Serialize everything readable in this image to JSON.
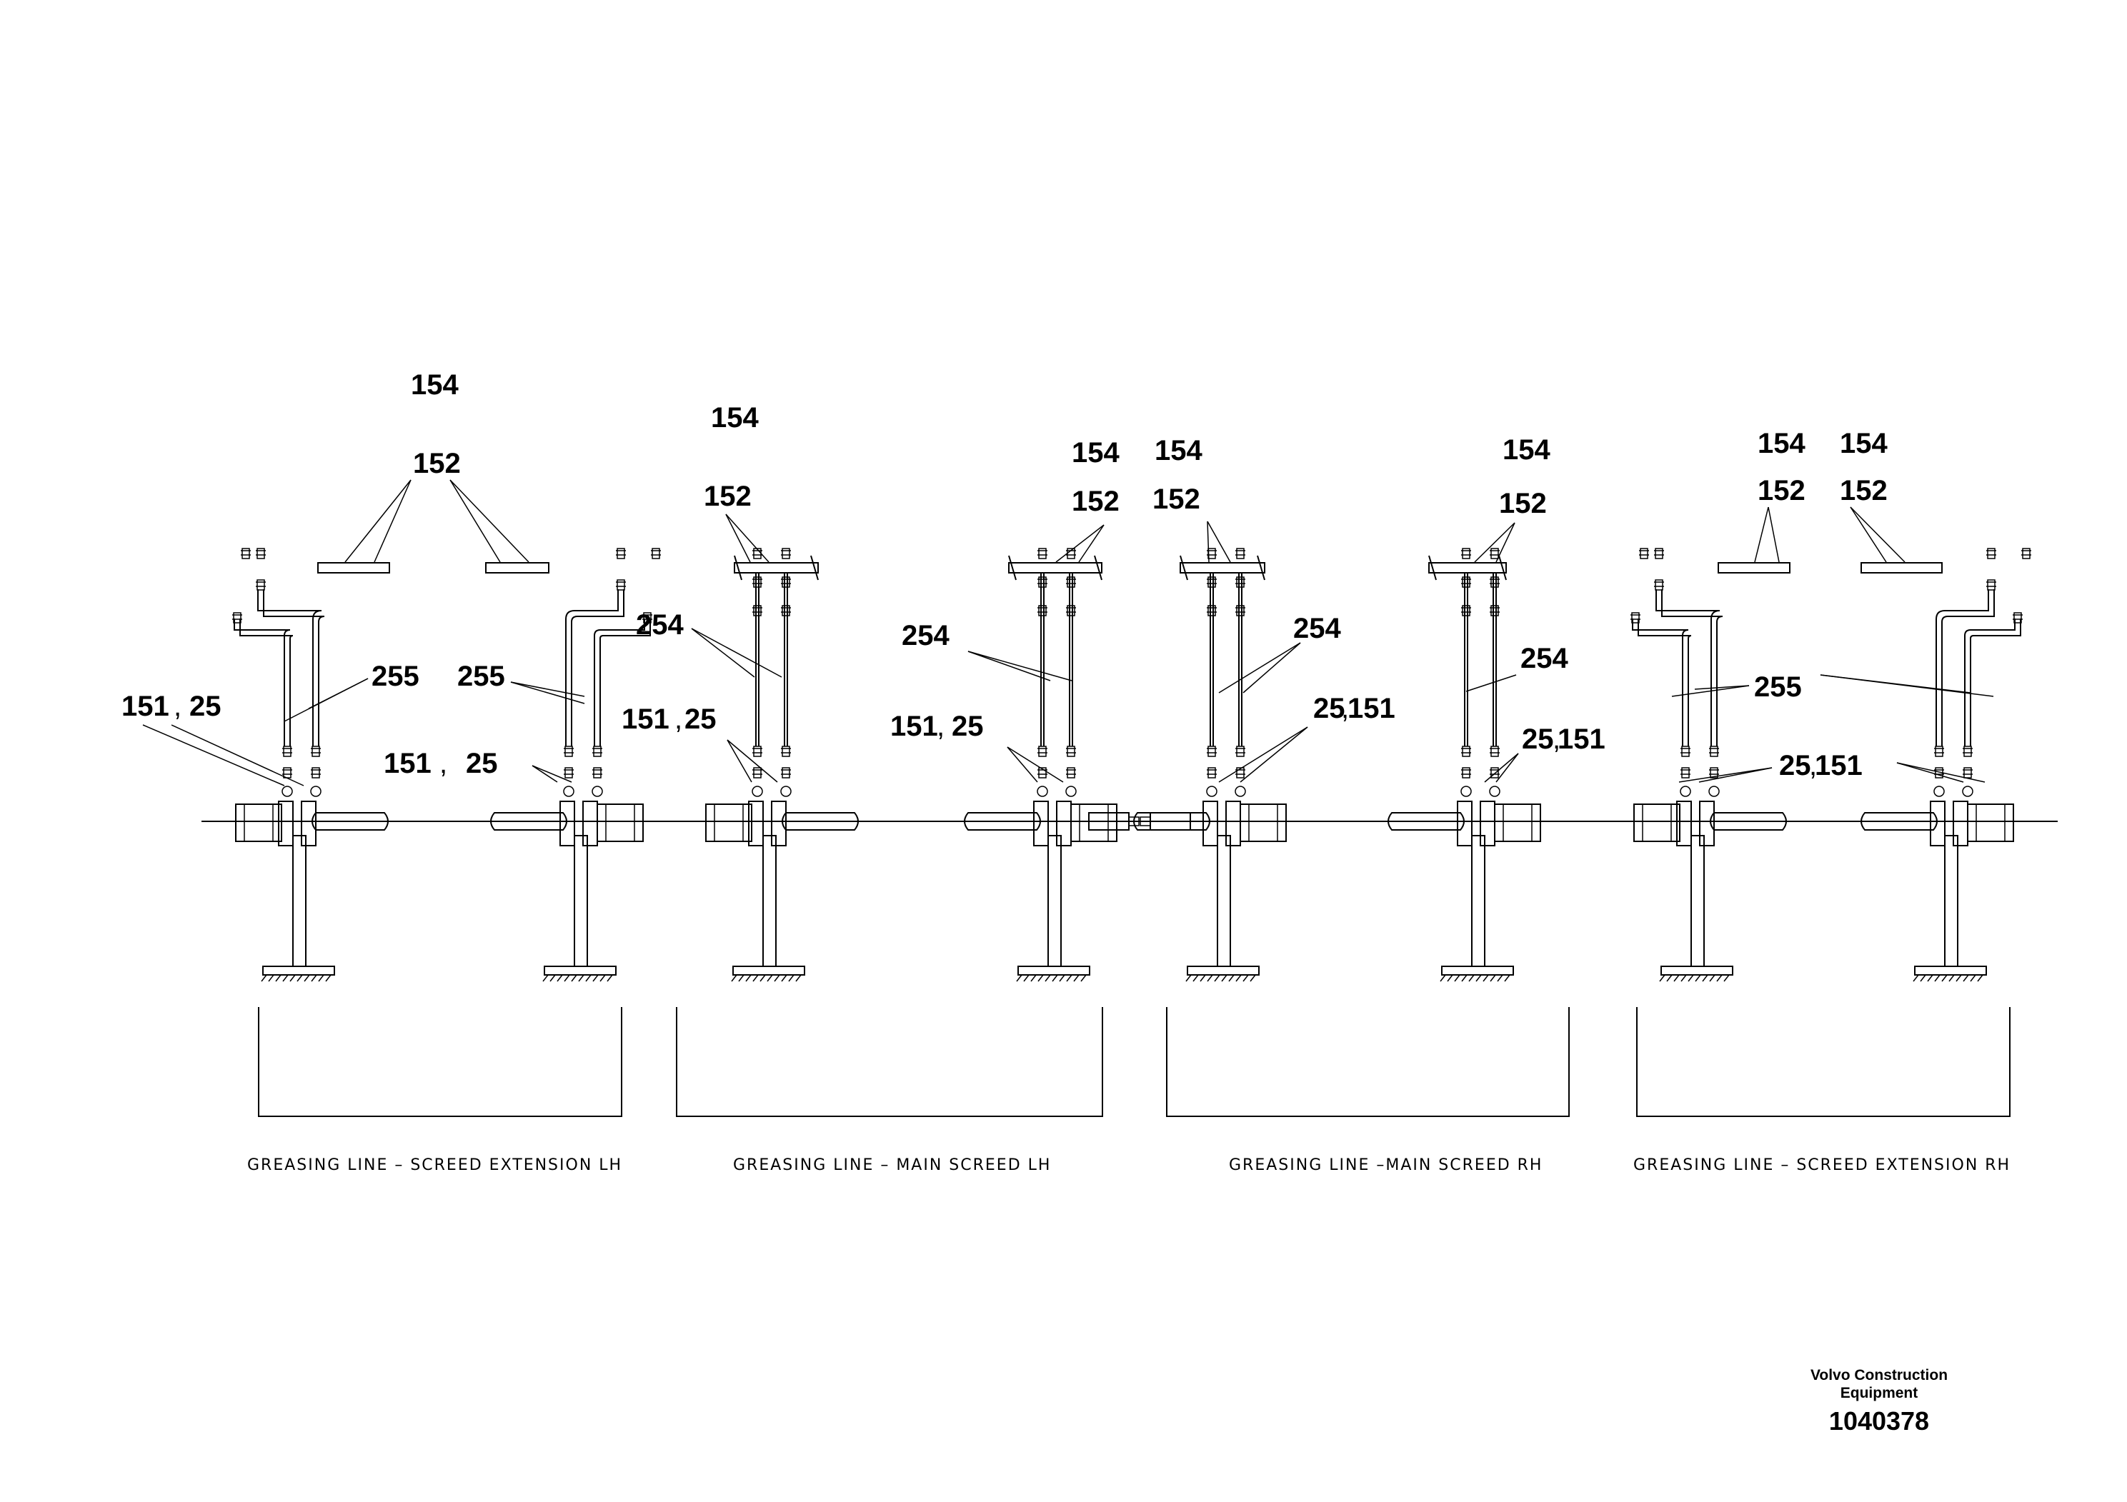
{
  "sections": [
    {
      "label": "GREASING  LINE  –  SCREED  EXTENSION  LH"
    },
    {
      "label": "GREASING  LINE  –  MAIN  SCREED  LH"
    },
    {
      "label": "GREASING  LINE  –MAIN  SCREED  RH"
    },
    {
      "label": "GREASING  LINE  –  SCREED  EXTENSION  RH"
    }
  ],
  "callouts": [
    "154",
    "152",
    "255",
    "151",
    "25",
    "255",
    "151",
    "25",
    "154",
    "152",
    "254",
    "151",
    "25",
    "154",
    "152",
    "254",
    "151",
    "25",
    "154",
    "152",
    "254",
    "25",
    "151",
    "154",
    "152",
    "254",
    "25",
    "151",
    "154",
    "152",
    "154",
    "152",
    "255",
    "25",
    "151"
  ],
  "brand": {
    "line1": "Volvo Construction",
    "line2": "Equipment"
  },
  "document_number": "1040378"
}
